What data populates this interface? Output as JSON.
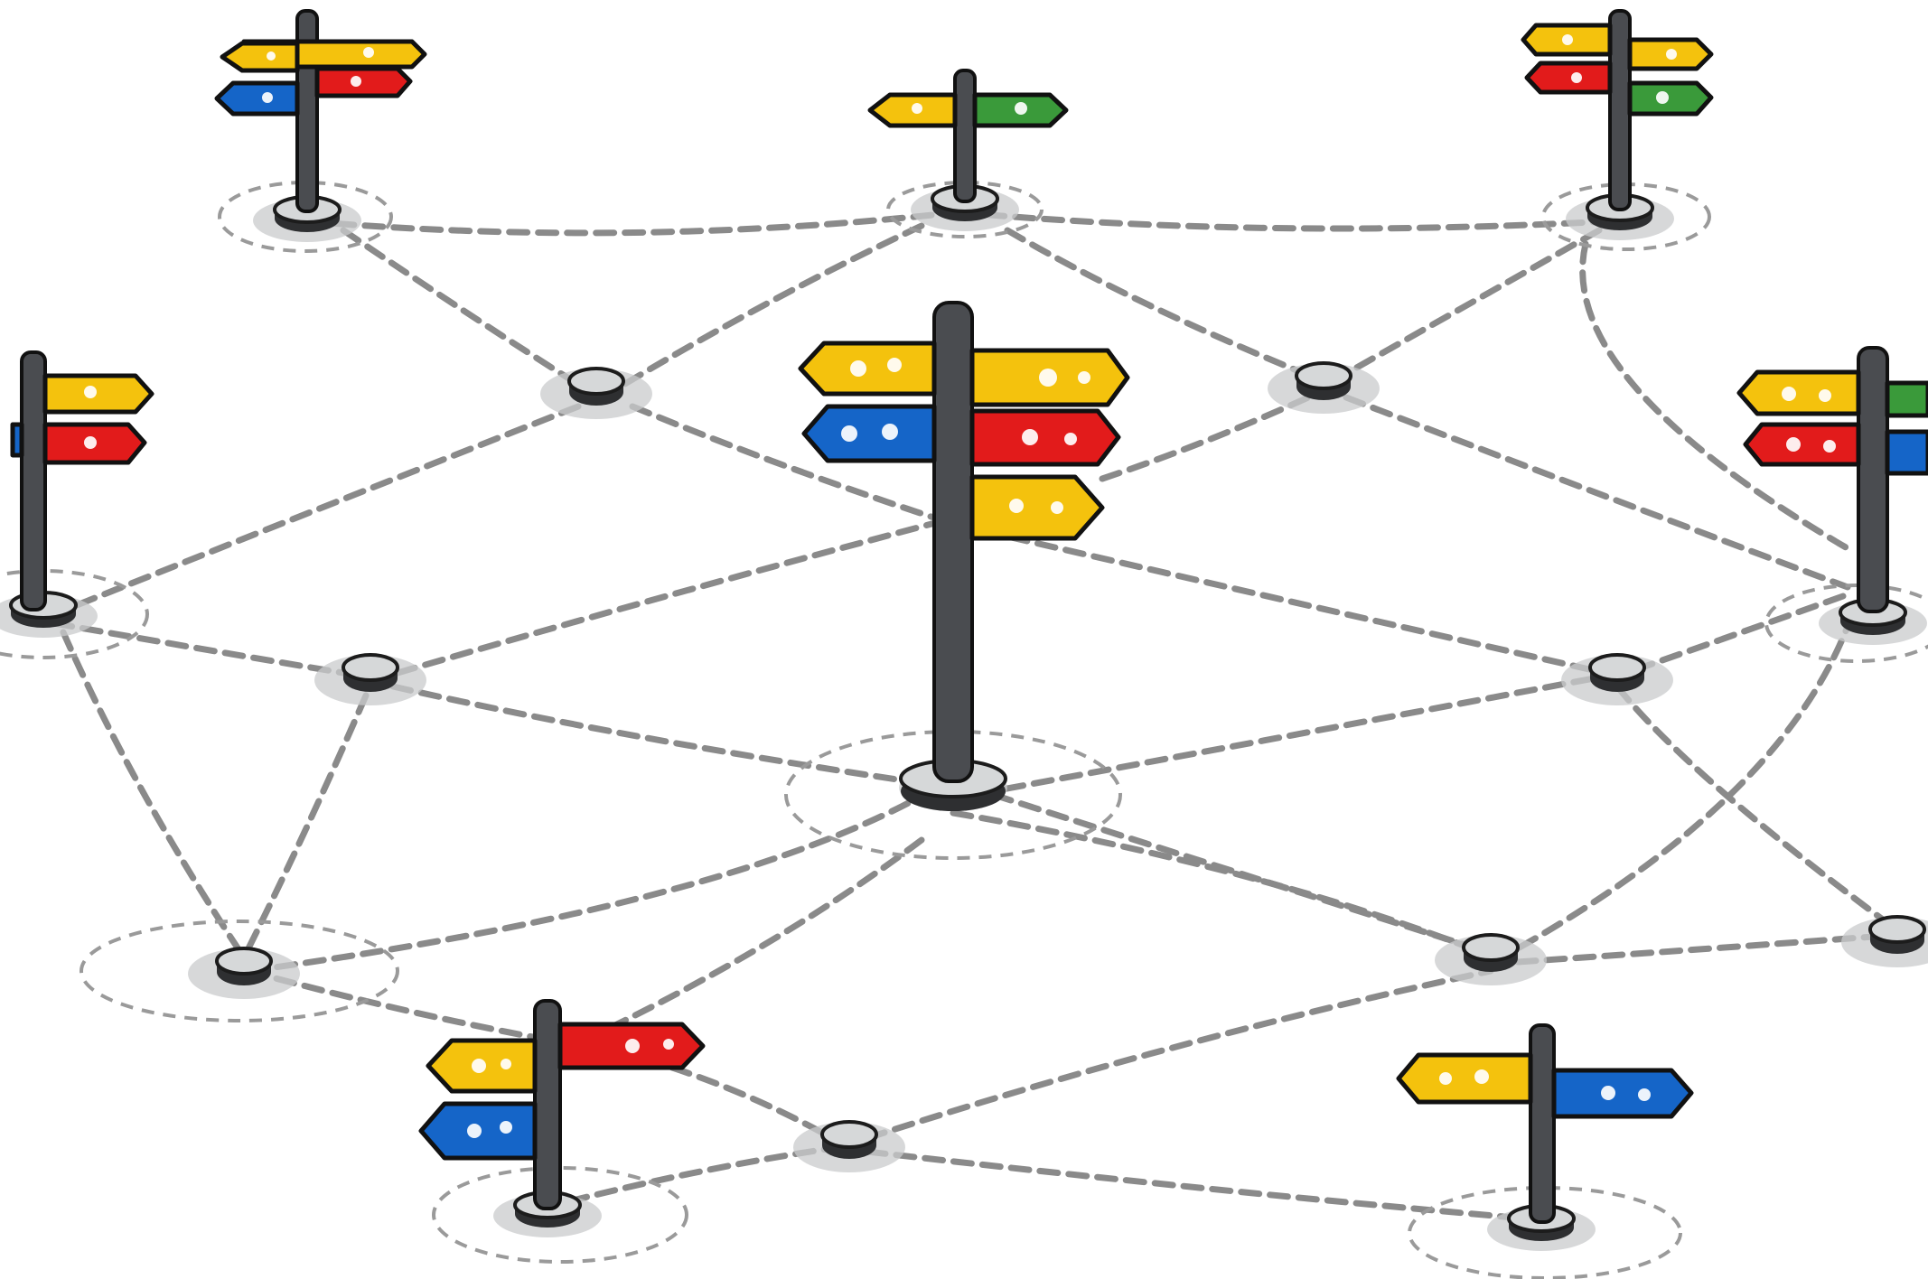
{
  "scene": {
    "colors": {
      "background": "#ffffff",
      "path": "#8a8a8a",
      "ring": "#9a9a9a",
      "pole": "#4a4c50",
      "sign_yellow": "#f4c20d",
      "sign_red": "#e21b1b",
      "sign_blue": "#1565c8",
      "sign_green": "#3a9a3a"
    },
    "signposts": [
      {
        "name": "signpost-top-left",
        "signs": [
          "yellow",
          "blue",
          "red"
        ]
      },
      {
        "name": "signpost-top-center",
        "signs": [
          "yellow",
          "green"
        ]
      },
      {
        "name": "signpost-top-right",
        "signs": [
          "yellow",
          "red",
          "green"
        ]
      },
      {
        "name": "signpost-left",
        "signs": [
          "yellow",
          "blue",
          "red"
        ]
      },
      {
        "name": "signpost-center",
        "signs": [
          "yellow",
          "yellow",
          "blue",
          "red",
          "yellow"
        ]
      },
      {
        "name": "signpost-right",
        "signs": [
          "yellow",
          "green",
          "red",
          "blue"
        ]
      },
      {
        "name": "signpost-bottom-left",
        "signs": [
          "yellow",
          "red",
          "blue"
        ]
      },
      {
        "name": "signpost-bottom-right",
        "signs": [
          "yellow",
          "blue"
        ]
      }
    ],
    "waypoint_count": 9
  }
}
